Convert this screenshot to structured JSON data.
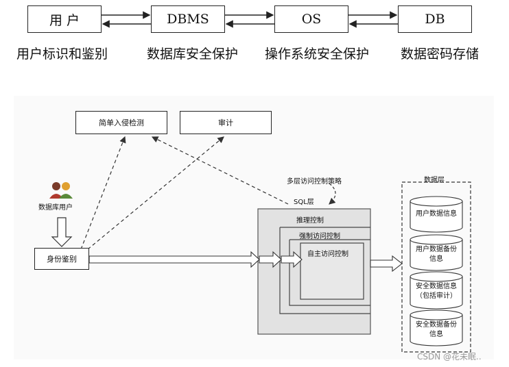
{
  "top_row": {
    "boxes": [
      "用 户",
      "DBMS",
      "OS",
      "DB"
    ],
    "captions": [
      "用户标识和鉴别",
      "数据库安全保护",
      "操作系统安全保护",
      "数据密码存储"
    ]
  },
  "diagram": {
    "intrusion_detection": "简单入侵检测",
    "audit": "审计",
    "db_user": "数据库用户",
    "authentication": "身份鉴别",
    "policy": "多层访问控制策略",
    "sql_layer": "SQL层",
    "inference_control": "推理控制",
    "mandatory_ac": "强制访问控制",
    "discretionary_ac": "自主访问控制",
    "data_layer": "数据层",
    "storage": [
      "用户数据信息",
      "用户数据备份信息",
      "安全数据信息（包括审计）",
      "安全数据备份信息"
    ],
    "storage_lines": [
      [
        "用户数据信息"
      ],
      [
        "用户数据备份",
        "信息"
      ],
      [
        "安全数据信息",
        "（包括审计）"
      ],
      [
        "安全数据备份",
        "信息"
      ]
    ]
  },
  "watermark": "CSDN @花未眠.."
}
